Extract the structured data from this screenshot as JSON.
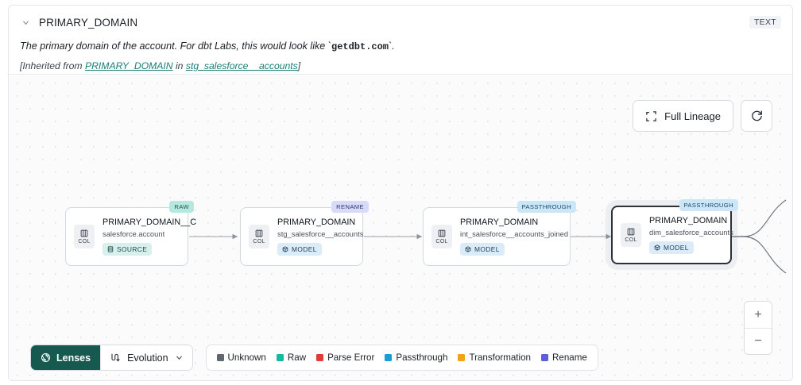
{
  "header": {
    "chevron_icon": "chevron-down-icon",
    "title": "PRIMARY_DOMAIN",
    "type_badge": "TEXT",
    "description_prefix": "The primary domain of the account. For dbt Labs, this would look like `",
    "description_code": "getdbt.com",
    "description_suffix": "`.",
    "inherited_open": "[Inherited from ",
    "inherited_link_1": "PRIMARY_DOMAIN",
    "inherited_mid": " in ",
    "inherited_link_2": "stg_salesforce__accounts",
    "inherited_close": "]"
  },
  "toolbar": {
    "full_lineage_label": "Full Lineage",
    "full_lineage_icon": "expand-corners-icon",
    "refresh_icon": "refresh-icon"
  },
  "zoom_controls": {
    "zoom_in_label": "+",
    "zoom_in_icon": "plus-icon",
    "zoom_out_label": "−",
    "zoom_out_icon": "minus-icon"
  },
  "lineage": {
    "nodes": [
      {
        "tag": "RAW",
        "tag_class": "tag-raw",
        "chip_label": "COL",
        "name": "PRIMARY_DOMAIN__C",
        "subtitle": "salesforce.account",
        "pill_label": "SOURCE",
        "pill_class": "pill-source",
        "pill_icon": "database-icon",
        "selected": false
      },
      {
        "tag": "RENAME",
        "tag_class": "tag-rename",
        "chip_label": "COL",
        "name": "PRIMARY_DOMAIN",
        "subtitle": "stg_salesforce__accounts",
        "pill_label": "MODEL",
        "pill_class": "pill-model",
        "pill_icon": "cube-icon",
        "selected": false
      },
      {
        "tag": "PASSTHROUGH",
        "tag_class": "tag-passthrough",
        "chip_label": "COL",
        "name": "PRIMARY_DOMAIN",
        "subtitle": "int_salesforce__accounts_joined",
        "pill_label": "MODEL",
        "pill_class": "pill-model",
        "pill_icon": "cube-icon",
        "selected": false
      },
      {
        "tag": "PASSTHROUGH",
        "tag_class": "tag-passthrough",
        "chip_label": "COL",
        "name": "PRIMARY_DOMAIN",
        "subtitle": "dim_salesforce_accounts",
        "pill_label": "MODEL",
        "pill_class": "pill-model",
        "pill_icon": "cube-icon",
        "selected": true
      }
    ]
  },
  "bottom_bar": {
    "lenses_label": "Lenses",
    "lenses_icon": "aperture-icon",
    "evolution_label": "Evolution",
    "evolution_icon": "evolution-icon",
    "evolution_chevron_icon": "chevron-down-icon",
    "legend": [
      {
        "label": "Unknown",
        "color": "#61676f"
      },
      {
        "label": "Raw",
        "color": "#19b7a1"
      },
      {
        "label": "Parse Error",
        "color": "#e23a36"
      },
      {
        "label": "Passthrough",
        "color": "#1f9ad6"
      },
      {
        "label": "Transformation",
        "color": "#f0a313"
      },
      {
        "label": "Rename",
        "color": "#5b5fdb"
      }
    ]
  }
}
